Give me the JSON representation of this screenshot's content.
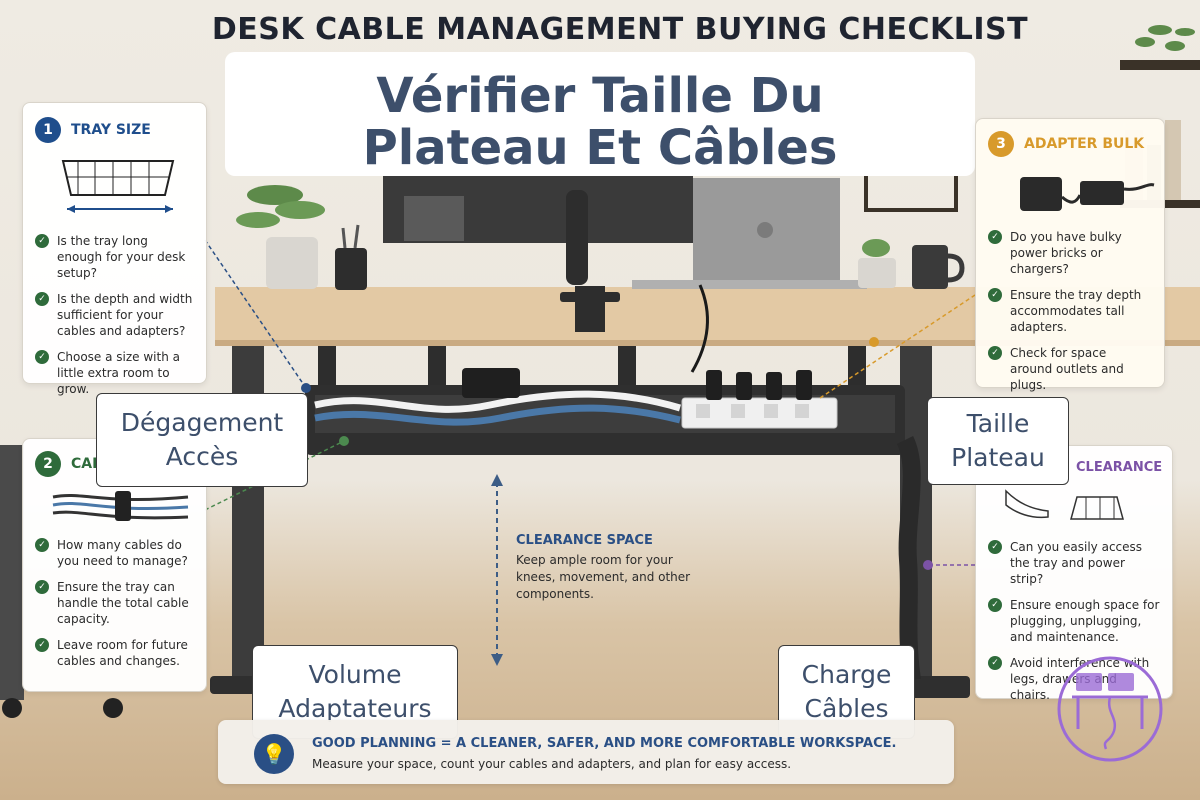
{
  "page": {
    "title": "DESK CABLE MANAGEMENT BUYING CHECKLIST",
    "overlay_heading": "Vérifier Taille Du Plateau Et Câbles"
  },
  "cards": {
    "tray_size": {
      "number": "1",
      "title": "TRAY SIZE",
      "items": [
        "Is the tray long enough for your desk setup?",
        "Is the depth and width sufficient for your cables and adapters?",
        "Choose a size with a little extra room to grow."
      ],
      "accent": "#1f4e8c"
    },
    "cable_count": {
      "number": "2",
      "title_visible": "CAE",
      "items": [
        "How many cables do you need to manage?",
        "Ensure the tray can handle the total cable capacity.",
        "Leave room for future cables and changes."
      ],
      "accent": "#2f6b3b"
    },
    "adapter_bulk": {
      "number": "3",
      "title": "ADAPTER BULK",
      "items": [
        "Do you have bulky power bricks or chargers?",
        "Ensure the tray depth accommodates tall adapters.",
        "Check for space around outlets and plugs."
      ],
      "accent": "#d89a2b"
    },
    "clearance": {
      "title_visible": "CLEARANCE",
      "items": [
        "Can you easily access the tray and power strip?",
        "Ensure enough space for plugging, unplugging, and maintenance.",
        "Avoid interference with legs, drawers and chairs."
      ],
      "accent": "#7b52a6"
    }
  },
  "clearance_space": {
    "title": "CLEARANCE SPACE",
    "text": "Keep ample room for your knees, movement, and other components."
  },
  "labels": {
    "degagement_line1": "Dégagement",
    "degagement_line2": "Accès",
    "taille_line1": "Taille",
    "taille_line2": "Plateau",
    "volume_line1": "Volume",
    "volume_line2": "Adaptateurs",
    "charge_line1": "Charge",
    "charge_line2": "Câbles"
  },
  "footer": {
    "headline": "GOOD PLANNING = A CLEANER, SAFER, AND MORE COMFORTABLE WORKSPACE.",
    "subtext": "Measure your space, count your cables and adapters, and plan for easy access."
  },
  "colors": {
    "title": "#1f2430",
    "heading_overlay": "#3d4f6b",
    "desk_top": "#e3c9a4",
    "frame": "#3c3c3c",
    "check_green": "#2f6b3b",
    "watermark": "#9b6bd6"
  },
  "icons": {
    "check": "check-icon",
    "bulb": "lightbulb-icon",
    "watermark": "desk-setup-logo"
  }
}
